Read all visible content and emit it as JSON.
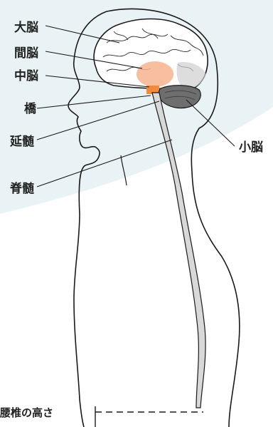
{
  "labels": {
    "cerebrum": "大脳",
    "diencephalon": "間脳",
    "midbrain": "中脳",
    "pons": "橋",
    "medulla": "延髄",
    "spinal_cord": "脊髄",
    "cerebellum": "小脳",
    "lumbar_level": "腰椎の高さ"
  },
  "colors": {
    "background_band": "#e9f3f5",
    "outline": "#1a1a1a",
    "brain_fill": "#ffffff",
    "diencephalon_highlight": "#f6b38e",
    "brainstem_highlight": "#f08a3c",
    "cerebellum_fill": "#6e6e6e",
    "spinal_cord_fill": "#d8d8d8"
  }
}
